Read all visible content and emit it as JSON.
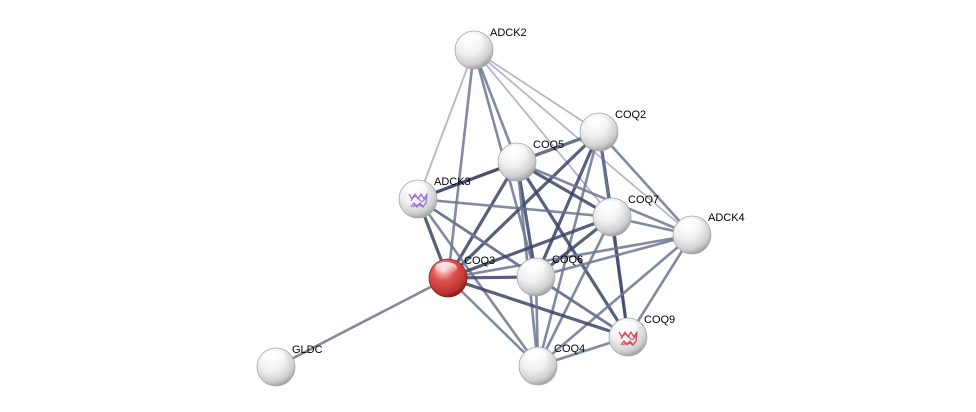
{
  "colors": {
    "background": "#ffffff",
    "node_fill": "#f2f2f2",
    "query_node_fill": "#e0534f",
    "edge_strong": "#3a4466",
    "edge_medium": "#6b7590",
    "edge_weak": "#a4abbf",
    "structure_purple": "#9b6fd6",
    "structure_red": "#d9475a"
  },
  "nodes": [
    {
      "id": "ADCK2",
      "label": "ADCK2",
      "query": false,
      "structure": ""
    },
    {
      "id": "COQ2",
      "label": "COQ2",
      "query": false,
      "structure": ""
    },
    {
      "id": "COQ5",
      "label": "COQ5",
      "query": false,
      "structure": ""
    },
    {
      "id": "ADCK3",
      "label": "ADCK3",
      "query": false,
      "structure": "purple"
    },
    {
      "id": "COQ7",
      "label": "COQ7",
      "query": false,
      "structure": ""
    },
    {
      "id": "ADCK4",
      "label": "ADCK4",
      "query": false,
      "structure": ""
    },
    {
      "id": "COQ3",
      "label": "COQ3",
      "query": true,
      "structure": ""
    },
    {
      "id": "COQ6",
      "label": "COQ6",
      "query": false,
      "structure": ""
    },
    {
      "id": "COQ9",
      "label": "COQ9",
      "query": false,
      "structure": "red"
    },
    {
      "id": "GLDC",
      "label": "GLDC",
      "query": false,
      "structure": ""
    },
    {
      "id": "COQ4",
      "label": "COQ4",
      "query": false,
      "structure": ""
    }
  ],
  "edges": [
    {
      "source": "ADCK2",
      "target": "COQ5",
      "strength": "medium"
    },
    {
      "source": "ADCK2",
      "target": "COQ2",
      "strength": "weak"
    },
    {
      "source": "ADCK2",
      "target": "ADCK3",
      "strength": "weak"
    },
    {
      "source": "ADCK2",
      "target": "COQ7",
      "strength": "weak"
    },
    {
      "source": "ADCK2",
      "target": "COQ6",
      "strength": "medium"
    },
    {
      "source": "ADCK2",
      "target": "COQ3",
      "strength": "medium"
    },
    {
      "source": "ADCK2",
      "target": "ADCK4",
      "strength": "weak"
    },
    {
      "source": "COQ2",
      "target": "COQ5",
      "strength": "strong"
    },
    {
      "source": "COQ2",
      "target": "COQ7",
      "strength": "strong"
    },
    {
      "source": "COQ2",
      "target": "COQ6",
      "strength": "strong"
    },
    {
      "source": "COQ2",
      "target": "COQ3",
      "strength": "strong"
    },
    {
      "source": "COQ2",
      "target": "ADCK4",
      "strength": "medium"
    },
    {
      "source": "COQ2",
      "target": "COQ9",
      "strength": "medium"
    },
    {
      "source": "COQ2",
      "target": "COQ4",
      "strength": "medium"
    },
    {
      "source": "COQ2",
      "target": "ADCK3",
      "strength": "medium"
    },
    {
      "source": "COQ5",
      "target": "ADCK3",
      "strength": "strong"
    },
    {
      "source": "COQ5",
      "target": "COQ7",
      "strength": "strong"
    },
    {
      "source": "COQ5",
      "target": "COQ6",
      "strength": "strong"
    },
    {
      "source": "COQ5",
      "target": "COQ3",
      "strength": "strong"
    },
    {
      "source": "COQ5",
      "target": "ADCK4",
      "strength": "medium"
    },
    {
      "source": "COQ5",
      "target": "COQ9",
      "strength": "strong"
    },
    {
      "source": "COQ5",
      "target": "COQ4",
      "strength": "medium"
    },
    {
      "source": "ADCK3",
      "target": "COQ7",
      "strength": "medium"
    },
    {
      "source": "ADCK3",
      "target": "COQ6",
      "strength": "medium"
    },
    {
      "source": "ADCK3",
      "target": "COQ3",
      "strength": "strong"
    },
    {
      "source": "ADCK3",
      "target": "COQ9",
      "strength": "medium"
    },
    {
      "source": "ADCK3",
      "target": "COQ4",
      "strength": "medium"
    },
    {
      "source": "COQ7",
      "target": "ADCK4",
      "strength": "medium"
    },
    {
      "source": "COQ7",
      "target": "COQ6",
      "strength": "strong"
    },
    {
      "source": "COQ7",
      "target": "COQ3",
      "strength": "strong"
    },
    {
      "source": "COQ7",
      "target": "COQ9",
      "strength": "strong"
    },
    {
      "source": "COQ7",
      "target": "COQ4",
      "strength": "medium"
    },
    {
      "source": "ADCK4",
      "target": "COQ6",
      "strength": "medium"
    },
    {
      "source": "ADCK4",
      "target": "COQ3",
      "strength": "medium"
    },
    {
      "source": "ADCK4",
      "target": "COQ9",
      "strength": "medium"
    },
    {
      "source": "ADCK4",
      "target": "COQ4",
      "strength": "medium"
    },
    {
      "source": "COQ3",
      "target": "COQ6",
      "strength": "strong"
    },
    {
      "source": "COQ3",
      "target": "COQ9",
      "strength": "strong"
    },
    {
      "source": "COQ3",
      "target": "COQ4",
      "strength": "medium"
    },
    {
      "source": "COQ3",
      "target": "GLDC",
      "strength": "medium"
    },
    {
      "source": "COQ6",
      "target": "COQ9",
      "strength": "medium"
    },
    {
      "source": "COQ6",
      "target": "COQ4",
      "strength": "medium"
    },
    {
      "source": "COQ9",
      "target": "COQ4",
      "strength": "medium"
    }
  ]
}
